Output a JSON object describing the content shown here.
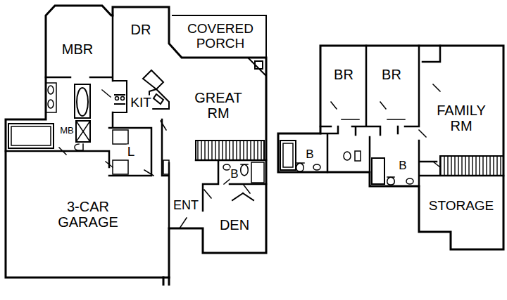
{
  "diagram": {
    "labels": [
      "MBR",
      "DR",
      "COVERED PORCH",
      "KIT",
      "GREAT RM",
      "MB",
      "L",
      "B",
      "ENT",
      "DEN",
      "3-CAR GARAGE",
      "BR",
      "BR",
      "FAMILY RM",
      "B",
      "B",
      "STORAGE"
    ]
  }
}
